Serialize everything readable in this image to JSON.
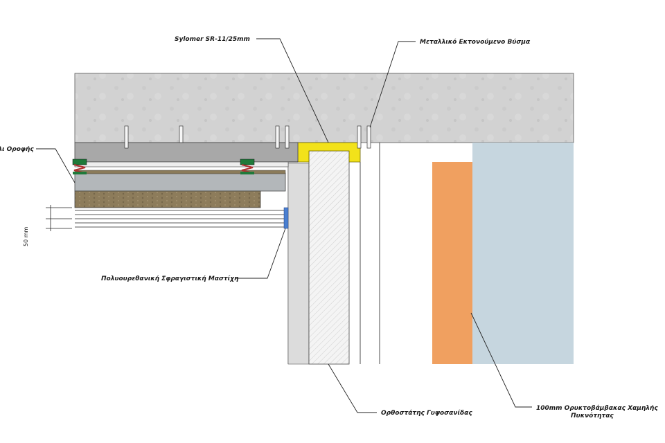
{
  "labels": {
    "sylomer": "Sylomer SR-11/25mm",
    "anchor": "Μεταλλικό Εκτονούμενο Βύσμα",
    "ceiling": "Αι Οροφής",
    "sealant": "Πολυουρεθανική Σφραγιστική Μαστίχη",
    "stud": "Ορθοστάτης Γυψοσανίδας",
    "mineral_wool_line1": "100mm Ορυκτοβάμβακας Χαμηλής",
    "mineral_wool_line2": "Πυκνότητας",
    "dimension": "50 mm"
  },
  "colors": {
    "concrete": "#d0d0d0",
    "steel_channel": "#a8a8a8",
    "sylomer_pad": "#f2e21a",
    "spring_hanger": "#1f7a3a",
    "wood_panel": "#8b7b5a",
    "gypsum_hatch": "#e8e8e8",
    "mineral_wool": "#f0a060",
    "cavity": "#c6d6df",
    "sealant": "#4a7fd0"
  },
  "icons": [
    "expansion-anchor-icon",
    "spring-hanger-icon"
  ]
}
